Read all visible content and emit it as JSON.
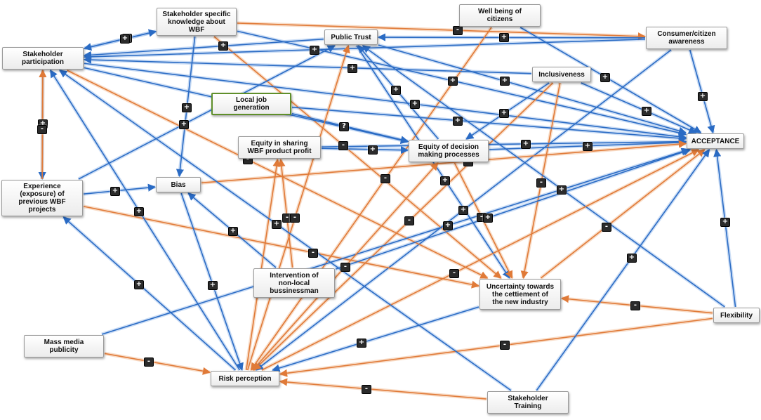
{
  "diagram": {
    "colors": {
      "positive": "#2a6bc4",
      "negative": "#e07a38",
      "glow_pos": "#a9c7ee",
      "glow_neg": "#f3c4a2"
    },
    "nodes": [
      {
        "id": "stakeholder_knowledge",
        "label": "Stakeholder specific\nknowledge about\nWBF"
      },
      {
        "id": "wellbeing",
        "label": "Well being of\ncitizens"
      },
      {
        "id": "public_trust",
        "label": "Public Trust"
      },
      {
        "id": "consumer_awareness",
        "label": "Consumer/citizen\nawareness"
      },
      {
        "id": "stakeholder_participation",
        "label": "Stakeholder\nparticipation"
      },
      {
        "id": "inclusiveness",
        "label": "Inclusiveness"
      },
      {
        "id": "local_job",
        "label": "Local job\ngeneration"
      },
      {
        "id": "acceptance",
        "label": "ACCEPTANCE"
      },
      {
        "id": "equity_profit",
        "label": "Equity in sharing\nWBF product profit"
      },
      {
        "id": "equity_decision",
        "label": "Equity of decision\nmaking processes"
      },
      {
        "id": "experience",
        "label": "Experience\n(exposure) of\nprevious WBF\nprojects"
      },
      {
        "id": "bias",
        "label": "Bias"
      },
      {
        "id": "intervention",
        "label": "Intervention of\nnon-local\nbussinessman"
      },
      {
        "id": "uncertainty",
        "label": "Uncertainty towards\nthe cettiement of\nthe new industry"
      },
      {
        "id": "flexibility",
        "label": "Flexibility"
      },
      {
        "id": "mass_media",
        "label": "Mass media\npublicity"
      },
      {
        "id": "risk_perception",
        "label": "Risk perception"
      },
      {
        "id": "stakeholder_training",
        "label": "Stakeholder\nTraining"
      }
    ],
    "edges": [
      {
        "from": "stakeholder_knowledge",
        "to": "stakeholder_participation",
        "sign": "+"
      },
      {
        "from": "stakeholder_participation",
        "to": "stakeholder_knowledge",
        "sign": "+"
      },
      {
        "from": "stakeholder_knowledge",
        "to": "consumer_awareness",
        "sign": "-"
      },
      {
        "from": "stakeholder_knowledge",
        "to": "bias",
        "sign": "+"
      },
      {
        "from": "stakeholder_knowledge",
        "to": "acceptance",
        "sign": "+"
      },
      {
        "from": "stakeholder_knowledge",
        "to": "uncertainty",
        "sign": "-"
      },
      {
        "from": "public_trust",
        "to": "stakeholder_participation",
        "sign": "+"
      },
      {
        "from": "consumer_awareness",
        "to": "stakeholder_participation",
        "sign": "+"
      },
      {
        "from": "consumer_awareness",
        "to": "acceptance",
        "sign": "+"
      },
      {
        "from": "consumer_awareness",
        "to": "public_trust",
        "sign": "+"
      },
      {
        "from": "consumer_awareness",
        "to": "risk_perception",
        "sign": "+"
      },
      {
        "from": "wellbeing",
        "to": "acceptance",
        "sign": "+"
      },
      {
        "from": "wellbeing",
        "to": "risk_perception",
        "sign": "-"
      },
      {
        "from": "public_trust",
        "to": "acceptance",
        "sign": "+"
      },
      {
        "from": "public_trust",
        "to": "uncertainty",
        "sign": "+"
      },
      {
        "from": "stakeholder_participation",
        "to": "acceptance",
        "sign": "+"
      },
      {
        "from": "stakeholder_participation",
        "to": "equity_decision",
        "sign": "+"
      },
      {
        "from": "stakeholder_participation",
        "to": "experience",
        "sign": "+"
      },
      {
        "from": "experience",
        "to": "stakeholder_participation",
        "sign": "-"
      },
      {
        "from": "stakeholder_participation",
        "to": "uncertainty",
        "sign": "-"
      },
      {
        "from": "inclusiveness",
        "to": "stakeholder_participation",
        "sign": "+"
      },
      {
        "from": "inclusiveness",
        "to": "acceptance",
        "sign": "+"
      },
      {
        "from": "inclusiveness",
        "to": "equity_decision",
        "sign": "+"
      },
      {
        "from": "inclusiveness",
        "to": "uncertainty",
        "sign": "-"
      },
      {
        "from": "inclusiveness",
        "to": "risk_perception",
        "sign": "-"
      },
      {
        "from": "local_job",
        "to": "equity_decision",
        "sign": "?"
      },
      {
        "from": "local_job",
        "to": "acceptance",
        "sign": "+"
      },
      {
        "from": "equity_profit",
        "to": "equity_decision",
        "sign": "+"
      },
      {
        "from": "equity_profit",
        "to": "acceptance",
        "sign": "+"
      },
      {
        "from": "equity_decision",
        "to": "public_trust",
        "sign": "+"
      },
      {
        "from": "equity_decision",
        "to": "acceptance",
        "sign": "+"
      },
      {
        "from": "equity_decision",
        "to": "uncertainty",
        "sign": "-"
      },
      {
        "from": "experience",
        "to": "bias",
        "sign": "+"
      },
      {
        "from": "experience",
        "to": "public_trust",
        "sign": "+"
      },
      {
        "from": "experience",
        "to": "uncertainty",
        "sign": "-"
      },
      {
        "from": "bias",
        "to": "acceptance",
        "sign": "-"
      },
      {
        "from": "bias",
        "to": "risk_perception",
        "sign": "+"
      },
      {
        "from": "intervention",
        "to": "bias",
        "sign": "+"
      },
      {
        "from": "intervention",
        "to": "equity_profit",
        "sign": "-"
      },
      {
        "from": "intervention",
        "to": "acceptance",
        "sign": "+"
      },
      {
        "from": "uncertainty",
        "to": "acceptance",
        "sign": "-"
      },
      {
        "from": "uncertainty",
        "to": "risk_perception",
        "sign": "+"
      },
      {
        "from": "flexibility",
        "to": "acceptance",
        "sign": "+"
      },
      {
        "from": "flexibility",
        "to": "uncertainty",
        "sign": "-"
      },
      {
        "from": "flexibility",
        "to": "risk_perception",
        "sign": "-"
      },
      {
        "from": "flexibility",
        "to": "public_trust",
        "sign": "+"
      },
      {
        "from": "mass_media",
        "to": "risk_perception",
        "sign": "-"
      },
      {
        "from": "mass_media",
        "to": "acceptance",
        "sign": "+"
      },
      {
        "from": "risk_perception",
        "to": "experience",
        "sign": "+"
      },
      {
        "from": "risk_perception",
        "to": "stakeholder_participation",
        "sign": "+"
      },
      {
        "from": "risk_perception",
        "to": "equity_decision",
        "sign": "-"
      },
      {
        "from": "risk_perception",
        "to": "public_trust",
        "sign": "-"
      },
      {
        "from": "risk_perception",
        "to": "acceptance",
        "sign": "-"
      },
      {
        "from": "risk_perception",
        "to": "equity_profit",
        "sign": "-"
      },
      {
        "from": "stakeholder_training",
        "to": "risk_perception",
        "sign": "-"
      },
      {
        "from": "stakeholder_training",
        "to": "acceptance",
        "sign": "+"
      },
      {
        "from": "stakeholder_training",
        "to": "stakeholder_participation",
        "sign": "+"
      }
    ]
  }
}
